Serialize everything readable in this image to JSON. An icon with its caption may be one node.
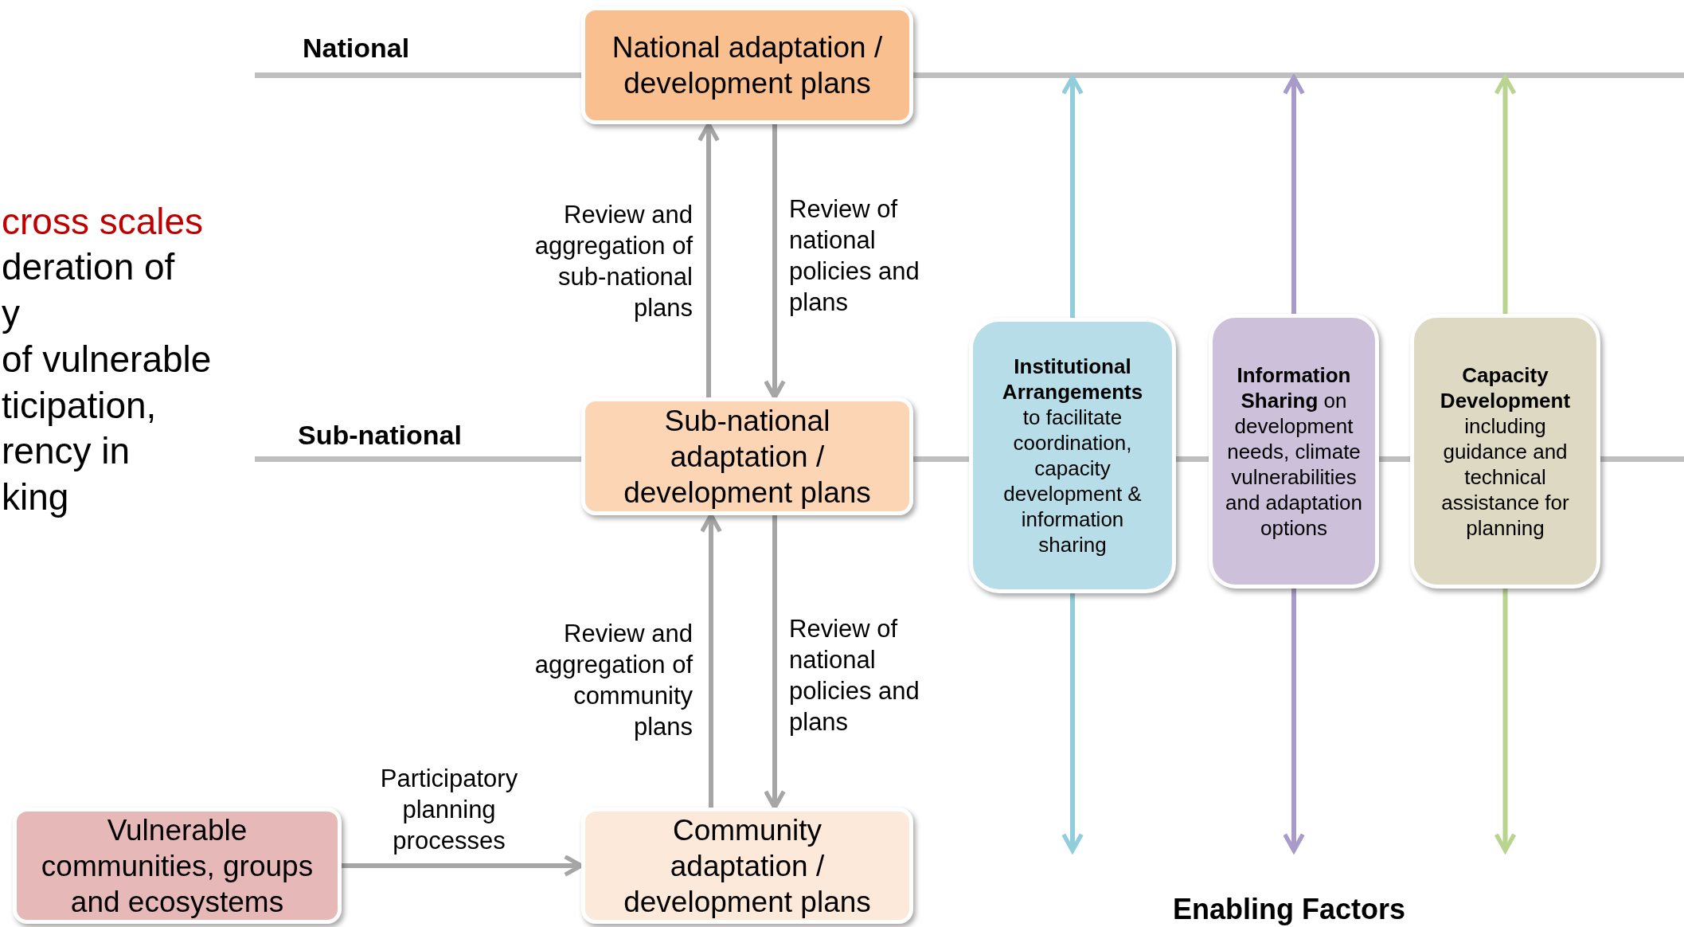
{
  "diagram": {
    "nodes": [
      {
        "text": [
          "National adaptation / development plans"
        ]
      },
      {
        "text": [
          "Sub-national adaptation / development plans"
        ]
      },
      {
        "text": [
          "**Institutional Arrangements** to facilitate coordination, capacity development & information sharing"
        ]
      },
      {
        "text": [
          "**Information Sharing** on development needs, climate vulnerabilities and adaptation options"
        ]
      },
      {
        "text": [
          "**Capacity Development** including guidance and technical assistance for planning"
        ]
      },
      {
        "text": [
          "Vulnerable communities, groups and ecosystems"
        ]
      },
      {
        "text": [
          "Community adaptation / development plans"
        ]
      }
    ],
    "edges": [
      {
        "from": 1,
        "to": 0,
        "arrow": "to",
        "label": "Review and aggregation of sub-national plans"
      },
      {
        "from": 0,
        "to": 1,
        "arrow": "to",
        "label": "Review of national policies and plans"
      },
      {
        "from": 6,
        "to": 1,
        "arrow": "to",
        "label": "Review and aggregation of community plans"
      },
      {
        "from": 1,
        "to": 6,
        "arrow": "to",
        "label": "Review of national policies and plans"
      },
      {
        "from": 5,
        "to": 6,
        "arrow": "to",
        "label": "Participatory planning processes"
      },
      {
        "from": 2,
        "to": null,
        "arrow": "to",
        "color": "#92cddc"
      },
      {
        "from": 2,
        "to": null,
        "arrow": "to",
        "color": "#92cddc"
      },
      {
        "from": 3,
        "to": null,
        "arrow": "to",
        "color": "#a99bc9"
      },
      {
        "from": 3,
        "to": null,
        "arrow": "to",
        "color": "#a99bc9"
      },
      {
        "from": 4,
        "to": null,
        "arrow": "to",
        "color": "#b9d48f"
      },
      {
        "from": 4,
        "to": null,
        "arrow": "to",
        "color": "#b9d48f"
      }
    ],
    "labels": [
      "National",
      "cross scales",
      "deration of",
      "y",
      "of vulnerable",
      "ticipation,",
      "Sub-national",
      "rency in",
      "king",
      "Enabling Factors"
    ]
  }
}
